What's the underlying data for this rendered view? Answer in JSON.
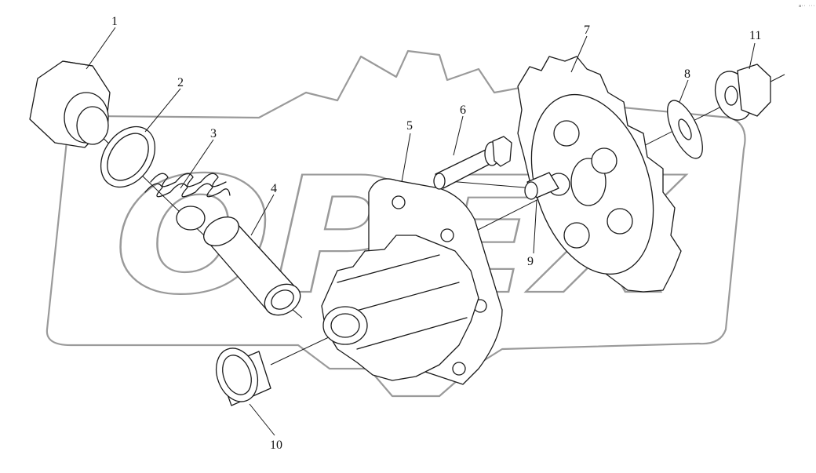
{
  "watermark": {
    "text": "OPEX"
  },
  "corner_mark": "a·· ···",
  "callouts": [
    {
      "label": "1",
      "part": "plug-nut"
    },
    {
      "label": "2",
      "part": "sealing-washer"
    },
    {
      "label": "3",
      "part": "spring"
    },
    {
      "label": "4",
      "part": "valve-sleeve"
    },
    {
      "label": "5",
      "part": "pump-housing"
    },
    {
      "label": "6",
      "part": "bolt"
    },
    {
      "label": "7",
      "part": "drive-gear"
    },
    {
      "label": "8",
      "part": "flat-washer"
    },
    {
      "label": "9",
      "part": "dowel-pin"
    },
    {
      "label": "10",
      "part": "bushing"
    },
    {
      "label": "11",
      "part": "flange-nut"
    }
  ]
}
